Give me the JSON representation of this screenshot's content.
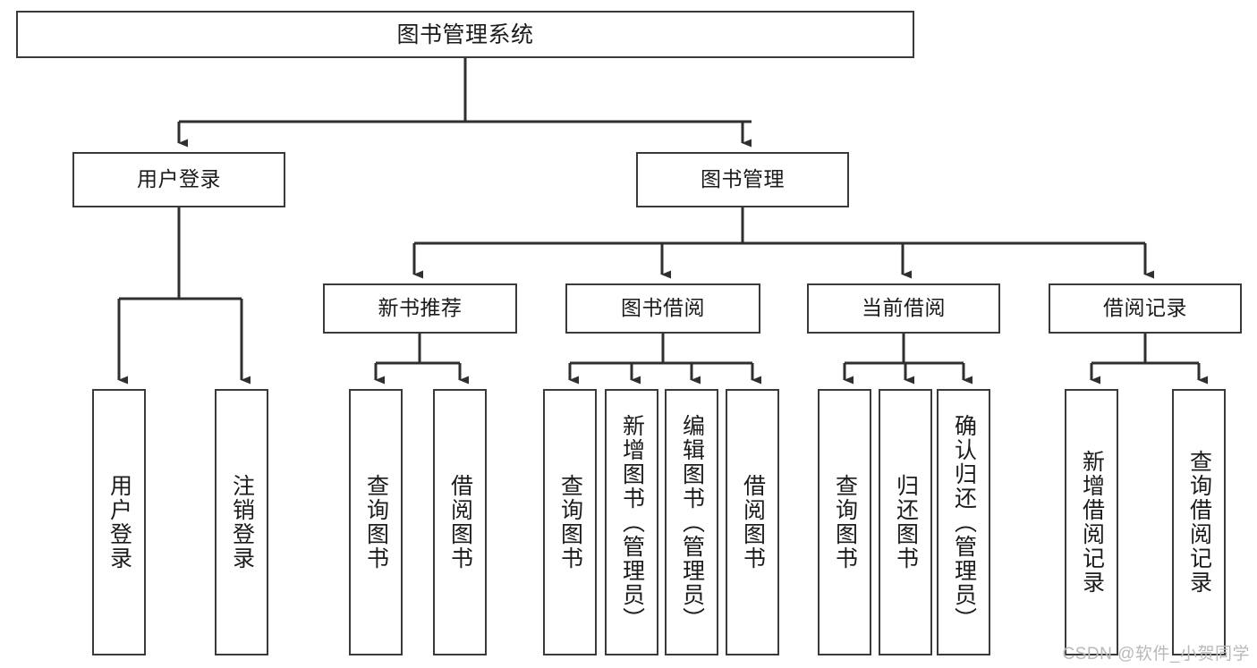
{
  "diagram": {
    "title": "图书管理系统",
    "type": "hierarchy-tree",
    "watermark": "CSDN @软件_小贺同学",
    "colors": {
      "box_border": "#3a3a3a",
      "box_fill": "#ffffff",
      "connector": "#2f2f2f",
      "text": "#1b1b1b",
      "watermark": "#b9b9b9"
    },
    "root": {
      "label": "图书管理系统"
    },
    "level2": [
      {
        "label": "用户登录"
      },
      {
        "label": "图书管理"
      }
    ],
    "level3": [
      {
        "label": "新书推荐"
      },
      {
        "label": "图书借阅"
      },
      {
        "label": "当前借阅"
      },
      {
        "label": "借阅记录"
      }
    ],
    "leaves": {
      "user_login": [
        {
          "label": "用户登录"
        },
        {
          "label": "注销登录"
        }
      ],
      "new_book_recommend": [
        {
          "label": "查询图书"
        },
        {
          "label": "借阅图书"
        }
      ],
      "book_borrow": [
        {
          "label": "查询图书"
        },
        {
          "label": "新增图书（管理员）"
        },
        {
          "label": "编辑图书（管理员）"
        },
        {
          "label": "借阅图书"
        }
      ],
      "current_borrow": [
        {
          "label": "查询图书"
        },
        {
          "label": "归还图书"
        },
        {
          "label": "确认归还（管理员）"
        }
      ],
      "borrow_record": [
        {
          "label": "新增借阅记录"
        },
        {
          "label": "查询借阅记录"
        }
      ]
    }
  }
}
